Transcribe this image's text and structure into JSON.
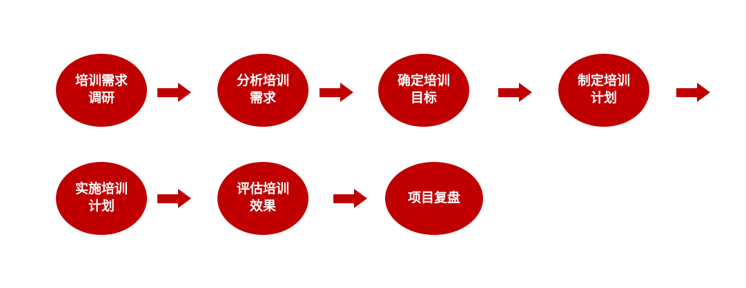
{
  "diagram": {
    "type": "flowchart",
    "colors": {
      "node": "#c00000",
      "text": "#ffffff",
      "bg": "#ffffff"
    },
    "nodes": [
      {
        "id": "training-needs-research",
        "lines": [
          "培训需求",
          "调研"
        ]
      },
      {
        "id": "analyze-training-needs",
        "lines": [
          "分析培训",
          "需求"
        ]
      },
      {
        "id": "define-training-goals",
        "lines": [
          "确定培训",
          "目标"
        ]
      },
      {
        "id": "create-training-plan",
        "lines": [
          "制定培训",
          "计划"
        ]
      },
      {
        "id": "implement-training-plan",
        "lines": [
          "实施培训",
          "计划"
        ]
      },
      {
        "id": "evaluate-training-effect",
        "lines": [
          "评估培训",
          "效果"
        ]
      },
      {
        "id": "project-review",
        "lines": [
          "项目复盘"
        ]
      }
    ]
  }
}
